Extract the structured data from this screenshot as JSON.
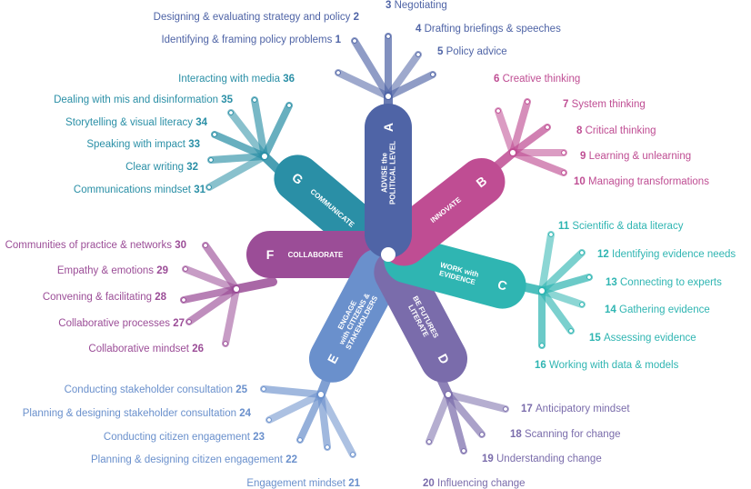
{
  "colors": {
    "A": "#4f64a6",
    "B": "#bf4d93",
    "C": "#2fb5b2",
    "D": "#7a6cab",
    "E": "#6a90cc",
    "F": "#9b4d97",
    "G": "#2a8fa6"
  },
  "clusters": {
    "A": {
      "letter": "A",
      "title_lines": [
        "ADVISE the",
        "POLITICAL LEVEL"
      ],
      "items": [
        {
          "num": "1",
          "text": "Identifying & framing policy problems"
        },
        {
          "num": "2",
          "text": "Designing & evaluating strategy and policy"
        },
        {
          "num": "3",
          "text": "Negotiating"
        },
        {
          "num": "4",
          "text": "Drafting briefings & speeches"
        },
        {
          "num": "5",
          "text": "Policy advice"
        }
      ]
    },
    "B": {
      "letter": "B",
      "title_lines": [
        "INNOVATE"
      ],
      "items": [
        {
          "num": "6",
          "text": "Creative thinking"
        },
        {
          "num": "7",
          "text": "System thinking"
        },
        {
          "num": "8",
          "text": "Critical thinking"
        },
        {
          "num": "9",
          "text": "Learning & unlearning"
        },
        {
          "num": "10",
          "text": "Managing transformations"
        }
      ]
    },
    "C": {
      "letter": "C",
      "title_lines": [
        "WORK with",
        "EVIDENCE"
      ],
      "items": [
        {
          "num": "11",
          "text": "Scientific & data literacy"
        },
        {
          "num": "12",
          "text": "Identifying evidence needs"
        },
        {
          "num": "13",
          "text": "Connecting to experts"
        },
        {
          "num": "14",
          "text": "Gathering evidence"
        },
        {
          "num": "15",
          "text": "Assessing evidence"
        },
        {
          "num": "16",
          "text": "Working with data & models"
        }
      ]
    },
    "D": {
      "letter": "D",
      "title_lines": [
        "BE FUTURES",
        "LITERATE"
      ],
      "items": [
        {
          "num": "17",
          "text": "Anticipatory mindset"
        },
        {
          "num": "18",
          "text": "Scanning for change"
        },
        {
          "num": "19",
          "text": "Understanding change"
        },
        {
          "num": "20",
          "text": "Influencing change"
        }
      ]
    },
    "E": {
      "letter": "E",
      "title_lines": [
        "ENGAGE",
        "with CITIZENS &",
        "STAKEHOLDERS"
      ],
      "items": [
        {
          "num": "21",
          "text": "Engagement mindset"
        },
        {
          "num": "22",
          "text": "Planning & designing citizen engagement"
        },
        {
          "num": "23",
          "text": "Conducting citizen engagement"
        },
        {
          "num": "24",
          "text": "Planning & designing stakeholder consultation"
        },
        {
          "num": "25",
          "text": "Conducting stakeholder consultation"
        }
      ]
    },
    "F": {
      "letter": "F",
      "title_lines": [
        "COLLABORATE"
      ],
      "items": [
        {
          "num": "26",
          "text": "Collaborative mindset"
        },
        {
          "num": "27",
          "text": "Collaborative processes"
        },
        {
          "num": "28",
          "text": "Convening & facilitating"
        },
        {
          "num": "29",
          "text": "Empathy & emotions"
        },
        {
          "num": "30",
          "text": "Communities of practice & networks"
        }
      ]
    },
    "G": {
      "letter": "G",
      "title_lines": [
        "COMMUNICATE"
      ],
      "items": [
        {
          "num": "31",
          "text": "Communications mindset"
        },
        {
          "num": "32",
          "text": "Clear writing"
        },
        {
          "num": "33",
          "text": "Speaking with impact"
        },
        {
          "num": "34",
          "text": "Storytelling & visual literacy"
        },
        {
          "num": "35",
          "text": "Dealing with mis and disinformation"
        },
        {
          "num": "36",
          "text": "Interacting with media"
        }
      ]
    }
  }
}
